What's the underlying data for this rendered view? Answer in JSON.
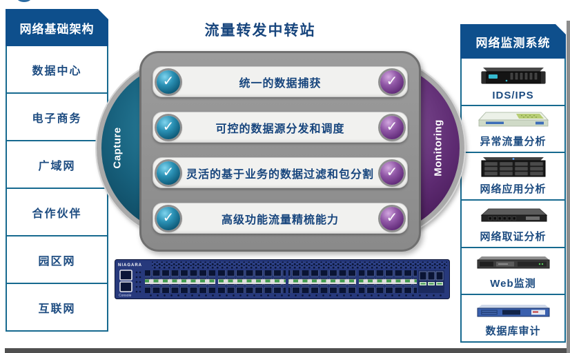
{
  "title": "流量转发中转站",
  "left_panel": {
    "header": "网络基础架构",
    "items": [
      "数据中心",
      "电子商务",
      "广域网",
      "合作伙伴",
      "园区网",
      "互联网"
    ]
  },
  "center": {
    "capture_label": "Capture",
    "monitoring_label": "Monitoring",
    "check_icon": "✓",
    "features": [
      "统一的数据捕获",
      "可控的数据源分发和调度",
      "灵活的基于业务的数据过滤和包分割",
      "高级功能流量精梳能力"
    ]
  },
  "switch": {
    "brand": "NIAGARA",
    "console_label": "Console"
  },
  "right_panel": {
    "header": "网络监测系统",
    "items": [
      {
        "label": "IDS/IPS",
        "device": "black-2u-appliance"
      },
      {
        "label": "异常流量分析",
        "device": "light-green-1u-appliance"
      },
      {
        "label": "网络应用分析",
        "device": "black-storage-array"
      },
      {
        "label": "网络取证分析",
        "device": "dark-slim-appliance"
      },
      {
        "label": "Web监测",
        "device": "silver-1u-server"
      },
      {
        "label": "数据库审计",
        "device": "blue-1u-server"
      }
    ]
  },
  "colors": {
    "header_blue": "#0E4F8C",
    "panel_border": "#16698F",
    "text_blue": "#1C4B80",
    "capture_teal": "#10607D",
    "monitoring_purple": "#5E2B72",
    "box_gray": "#929292",
    "bar_bg": "#F1F1EF",
    "check_teal": "#1B7FA6",
    "check_purple": "#8A4A9E",
    "switch_navy": "#27397C"
  }
}
